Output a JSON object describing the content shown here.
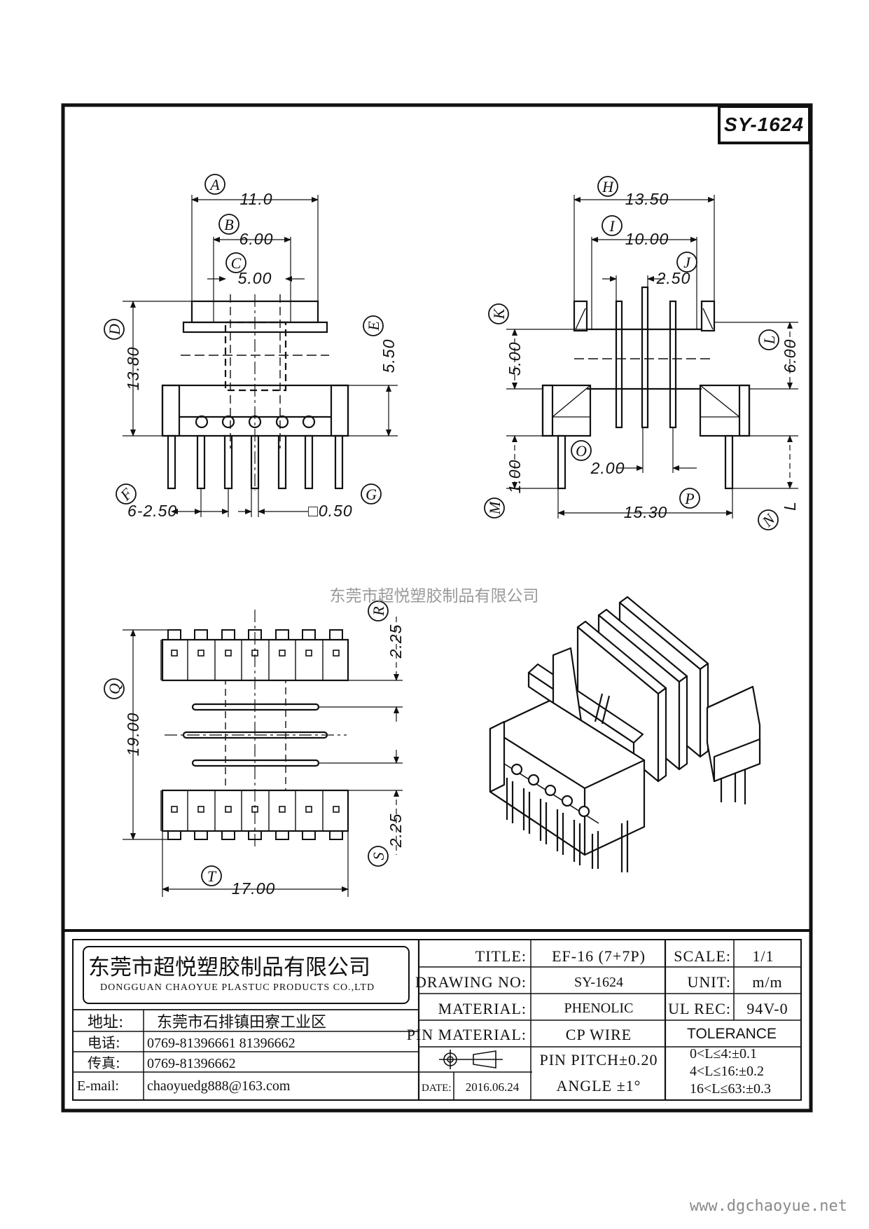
{
  "drawing_code": "SY-1624",
  "watermark": "东莞市超悦塑胶制品有限公司",
  "website": "www.dgchaoyue.net",
  "front_view": {
    "dims": {
      "A": "11.0",
      "B": "6.00",
      "C": "5.00",
      "D": "13.80",
      "E": "5.50",
      "F": "6-2.50",
      "G": "□0.50"
    }
  },
  "side_view": {
    "dims": {
      "H": "13.50",
      "I": "10.00",
      "J": "2.50",
      "K": "5.00",
      "L": "6.00",
      "M": "1.00",
      "N": "L",
      "O": "2.00",
      "P": "15.30"
    }
  },
  "bottom_view": {
    "dims": {
      "Q": "19.00",
      "R": "2.25",
      "S": "2.25",
      "T": "17.00"
    }
  },
  "letters": [
    "A",
    "B",
    "C",
    "D",
    "E",
    "F",
    "G",
    "H",
    "I",
    "J",
    "K",
    "L",
    "M",
    "N",
    "O",
    "P",
    "Q",
    "R",
    "S",
    "T"
  ],
  "title_block": {
    "company_cn": "东莞市超悦塑胶制品有限公司",
    "company_en": "DONGGUAN CHAOYUE PLASTUC PRODUCTS CO.,LTD",
    "address_label": "地址:",
    "address": "东莞市石排镇田寮工业区",
    "tel_label": "电话:",
    "tel": "0769-81396661   81396662",
    "fax_label": "传真:",
    "fax": "0769-81396662",
    "email_label": "E-mail:",
    "email": "chaoyuedg888@163.com",
    "title_label": "TITLE:",
    "title": "EF-16 (7+7P)",
    "drawing_no_label": "DRAWING NO:",
    "drawing_no": "SY-1624",
    "material_label": "MATERIAL:",
    "material": "PHENOLIC",
    "pin_material_label": "PIN MATERIAL:",
    "pin_material": "CP WIRE",
    "date_label": "DATE:",
    "date": "2016.06.24",
    "pin_pitch": "PIN PITCH±0.20",
    "angle": "ANGLE  ±1°",
    "scale_label": "SCALE:",
    "scale": "1/1",
    "unit_label": "UNIT:",
    "unit": "m/m",
    "ul_label": "UL REC:",
    "ul": "94V-0",
    "tolerance_label": "TOLERANCE",
    "tolerance": [
      "0<L≤4:±0.1",
      "4<L≤16:±0.2",
      "16<L≤63:±0.3"
    ]
  }
}
